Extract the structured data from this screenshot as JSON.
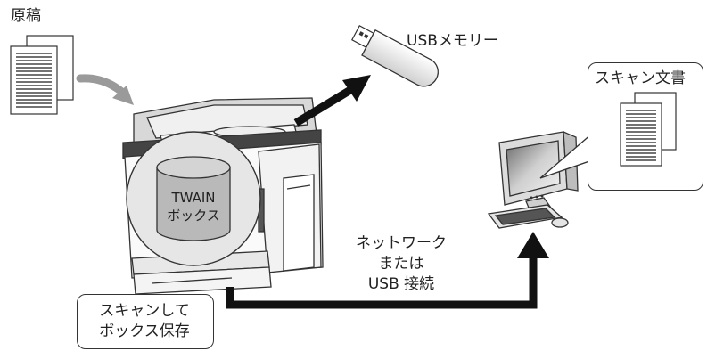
{
  "labels": {
    "original": "原稿",
    "usb_memory": "USBメモリー",
    "scanned_document": "スキャン文書",
    "twain_line1": "TWAIN",
    "twain_line2": "ボックス",
    "connection_line1": "ネットワーク",
    "connection_line2": "または",
    "connection_line3": "USB 接続",
    "scan_store_line1": "スキャンして",
    "scan_store_line2": "ボックス保存"
  },
  "colors": {
    "ink": "#222222",
    "arrow": "#111111",
    "panel_gray": "#e6e6e6",
    "db_gray": "#b9b9b9"
  }
}
